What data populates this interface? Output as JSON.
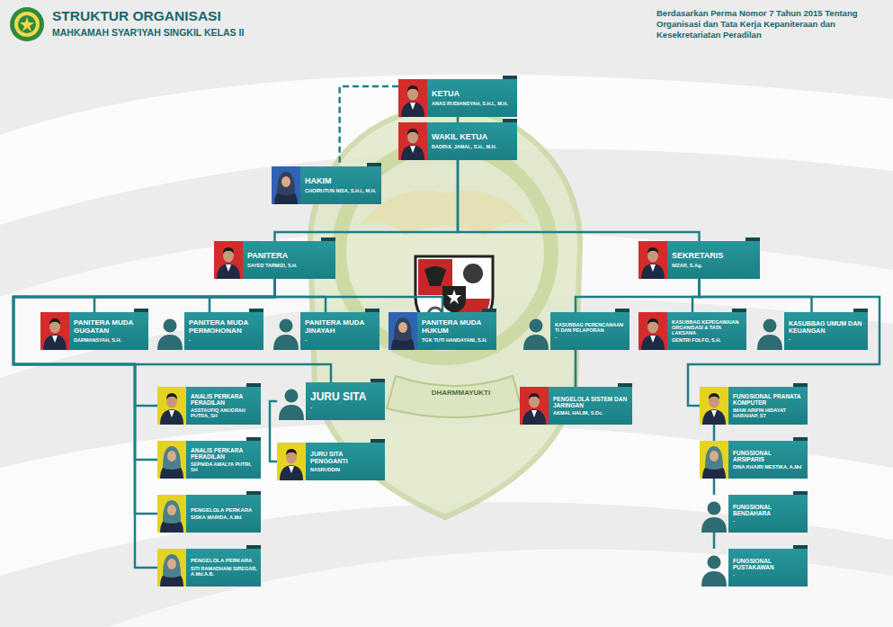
{
  "diagram": {
    "title": "STRUKTUR ORGANISASI",
    "nodes": [
      {
        "text": [
          "KETUA",
          "ANAS RUDIANSYAH, S.H.I., M.H."
        ]
      },
      {
        "text": [
          "WAKIL KETUA",
          "BADRUL JAMAL, S.H., M.H."
        ]
      },
      {
        "text": [
          "HAKIM",
          "CHOIRUTUN NISA, S.H.I., M.H."
        ]
      },
      {
        "text": [
          "PANITERA",
          "SAYED TARMIZI, S.H."
        ]
      },
      {
        "text": [
          "SEKRETARIS",
          "NIZAR, S.Ag."
        ]
      },
      {
        "text": [
          "PANITERA MUDA GUGATAN",
          "DARMANSYAH, S.H."
        ]
      },
      {
        "text": [
          "PANITERA MUDA PERMOHONAN",
          "-"
        ]
      },
      {
        "text": [
          "PANITERA MUDA JINAYAH",
          "-"
        ]
      },
      {
        "text": [
          "PANITERA MUDA HUKUM",
          "TGK TUTI HANDAYANI, S.H."
        ]
      },
      {
        "text": [
          "KASUBBAG PERENCANAAN TI DAN PELAPORAN",
          "-"
        ]
      },
      {
        "text": [
          "KASUBBAG KEPEGAWAIAN ORGANISASI & TATA LAKSANA",
          "GENTRI FOLFO, S.H."
        ]
      },
      {
        "text": [
          "KASUBBAG UMUM DAN KEUANGAN",
          "-"
        ]
      },
      {
        "text": [
          "ANALIS PERKARA PERADILAN",
          "ASSTAUFIQ ANUGRAH PUTRA, SH"
        ]
      },
      {
        "text": [
          "JURU SITA",
          "-"
        ]
      },
      {
        "text": [
          "PENGELOLA SISTEM DAN JARINGAN",
          "AKMAL HALIM, S.Dc."
        ]
      },
      {
        "text": [
          "FUNGSIONAL PRANATA KOMPUTER",
          "IMAM ARIFIN HIDAYAT HARAHAP, ST"
        ]
      },
      {
        "text": [
          "ANALIS PERKARA PERADILAN",
          "SEPNIDA AMALYA PUTRI, SH"
        ]
      },
      {
        "text": [
          "JURU SITA PENGGANTI",
          "NASRUDDIN"
        ]
      },
      {
        "text": [
          "FUNGSIONAL ARSIPARIS",
          "DINA KHAIRI MESTIKA, A.Md"
        ]
      },
      {
        "text": [
          "PENGELOLA PERKARA",
          "SISKA MARIDA, A.Md"
        ]
      },
      {
        "text": [
          "FUNGSIONAL BENDAHARA",
          "-"
        ]
      },
      {
        "text": [
          "PENGELOLA PERKARA",
          "SITI RAMADHANI SIREGAR, A.Md.A.B."
        ]
      },
      {
        "text": [
          "FUNGSIONAL PUSTAKAWAN",
          "-"
        ]
      }
    ],
    "edges": [
      {
        "from": 0,
        "to": 1,
        "arrow": "none"
      },
      {
        "from": 0,
        "to": 2,
        "arrow": "none"
      },
      {
        "from": 1,
        "to": 3,
        "arrow": "none"
      },
      {
        "from": 1,
        "to": 4,
        "arrow": "none"
      },
      {
        "from": 3,
        "to": 5,
        "arrow": "none"
      },
      {
        "from": 3,
        "to": 6,
        "arrow": "none"
      },
      {
        "from": 3,
        "to": 7,
        "arrow": "none"
      },
      {
        "from": 3,
        "to": 8,
        "arrow": "none"
      },
      {
        "from": 4,
        "to": 9,
        "arrow": "none"
      },
      {
        "from": 4,
        "to": 10,
        "arrow": "none"
      },
      {
        "from": 4,
        "to": 11,
        "arrow": "none"
      },
      {
        "from": 3,
        "to": 12,
        "arrow": "none"
      },
      {
        "from": 3,
        "to": 16,
        "arrow": "none"
      },
      {
        "from": 3,
        "to": 19,
        "arrow": "none"
      },
      {
        "from": 3,
        "to": 21,
        "arrow": "none"
      },
      {
        "from": 3,
        "to": 13,
        "arrow": "none"
      },
      {
        "from": 13,
        "to": 17,
        "arrow": "none"
      },
      {
        "from": 9,
        "to": 14,
        "arrow": "none"
      },
      {
        "from": 4,
        "to": 15,
        "arrow": "none"
      },
      {
        "from": 15,
        "to": 18,
        "arrow": "none"
      },
      {
        "from": 18,
        "to": 20,
        "arrow": "none"
      },
      {
        "from": 20,
        "to": 22,
        "arrow": "none"
      }
    ],
    "labels": [
      "MAHKAMAH SYAR'IYAH SINGKIL KELAS II",
      "Berdasarkan Perma Nomor 7 Tahun 2015 Tentang Organisasi dan Tata Kerja Kepaniteraan dan Kesekretariatan Peradilan",
      "DHARMMAYUKTI"
    ]
  }
}
